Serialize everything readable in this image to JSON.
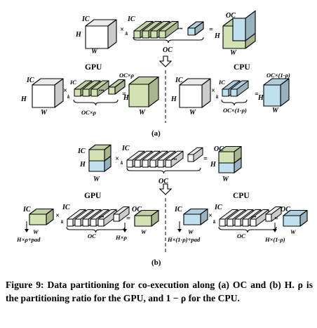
{
  "figure": {
    "colors": {
      "green": "#d3e2b2",
      "blue": "#bfe0ee",
      "outline": "#000000"
    },
    "operators": {
      "times": "×",
      "equals": "="
    },
    "dots": "•••",
    "a": {
      "input_ic": "IC",
      "input_h": "H",
      "input_w": "W",
      "kernel_ic": "IC",
      "kernel_k": "k",
      "oc_brace": "OC",
      "output_oc": "OC",
      "output_h": "H",
      "output_w": "W",
      "gpu_title": "GPU",
      "cpu_title": "CPU",
      "gpu_in_ic": "IC",
      "gpu_in_h": "H",
      "gpu_in_w": "W",
      "gpu_k_ic": "IC",
      "gpu_k_k": "k",
      "gpu_brace": "OC×ρ",
      "gpu_out_oc": "OC×ρ",
      "gpu_out_h": "H",
      "gpu_out_w": "W",
      "cpu_in_ic": "IC",
      "cpu_in_h": "H",
      "cpu_in_w": "W",
      "cpu_k_ic": "IC",
      "cpu_k_k": "k",
      "cpu_brace": "OC×(1-ρ)",
      "cpu_out_oc": "OC×(1-ρ)",
      "cpu_out_h": "H",
      "cpu_out_w": "W",
      "sublabel": "(a)"
    },
    "b": {
      "input_ic": "IC",
      "input_h": "H",
      "input_w": "W",
      "kernel_ic": "IC",
      "kernel_k": "k",
      "oc_brace": "OC",
      "output_oc": "OC",
      "output_h": "H",
      "output_w": "W",
      "gpu_title": "GPU",
      "cpu_title": "CPU",
      "gpu_in_ic": "IC",
      "gpu_in_w": "W",
      "gpu_in_h": "H×ρ+pad",
      "gpu_k_ic": "IC",
      "gpu_k_k": "k",
      "gpu_brace": "OC",
      "gpu_out_oc": "OC",
      "gpu_out_w": "W",
      "gpu_out_h": "H×ρ",
      "cpu_in_ic": "IC",
      "cpu_in_w": "W",
      "cpu_in_h": "H×(1-ρ)+pad",
      "cpu_k_ic": "IC",
      "cpu_k_k": "k",
      "cpu_brace": "OC",
      "cpu_out_oc": "OC",
      "cpu_out_w": "W",
      "cpu_out_h": "H×(1-ρ)",
      "sublabel": "(b)"
    }
  },
  "caption": "Figure 9: Data partitioning for co-execution along (a) OC and (b) H. ρ is the partitioning ratio for the GPU, and 1 − ρ for the CPU."
}
